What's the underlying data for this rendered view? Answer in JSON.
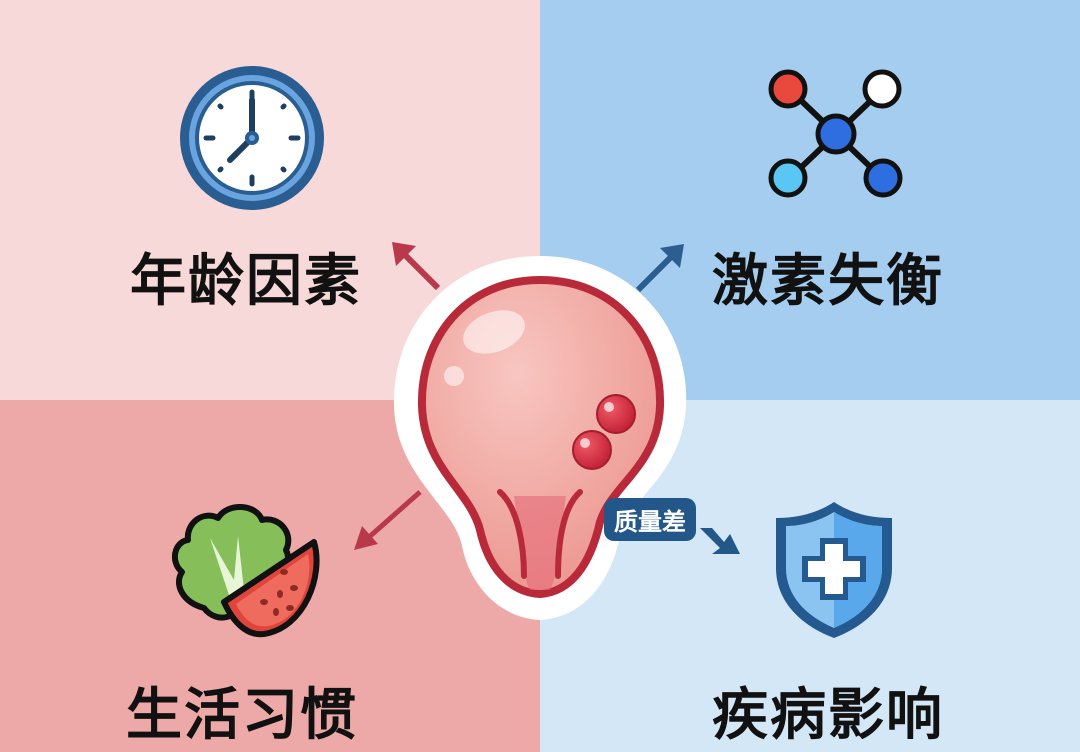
{
  "quadrants": [
    {
      "id": "top-left",
      "label": "年龄因素",
      "icon": "clock-icon",
      "bg": "#f6d9d8"
    },
    {
      "id": "top-right",
      "label": "激素失衡",
      "icon": "molecule-icon",
      "bg": "#a4cdef"
    },
    {
      "id": "bottom-left",
      "label": "生活习惯",
      "icon": "food-icon",
      "bg": "#eda9a8"
    },
    {
      "id": "bottom-right",
      "label": "疾病影响",
      "icon": "shield-cross-icon",
      "bg": "#d3e7f7"
    }
  ],
  "center": {
    "icon": "uterus-egg-icon",
    "badge": "质量差",
    "badge_color": "#23578a"
  },
  "colors": {
    "arrow_red": "#b8394a",
    "arrow_blue": "#2c5f8f",
    "organ_outline": "#b82a3a",
    "organ_fill": "#f0a7a4"
  }
}
